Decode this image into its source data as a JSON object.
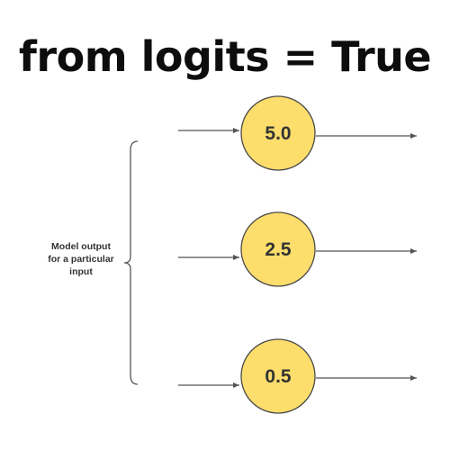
{
  "title": "from logits = True",
  "annotation": {
    "line1": "Model output",
    "line2": "for a particular",
    "line3": "input"
  },
  "nodes": [
    {
      "label": "5.0"
    },
    {
      "label": "2.5"
    },
    {
      "label": "0.5"
    }
  ],
  "colors": {
    "node_fill": "#fdde6c",
    "node_stroke": "#4a4a4a",
    "arrow": "#555555",
    "bracket": "#555555",
    "text": "#333333"
  }
}
